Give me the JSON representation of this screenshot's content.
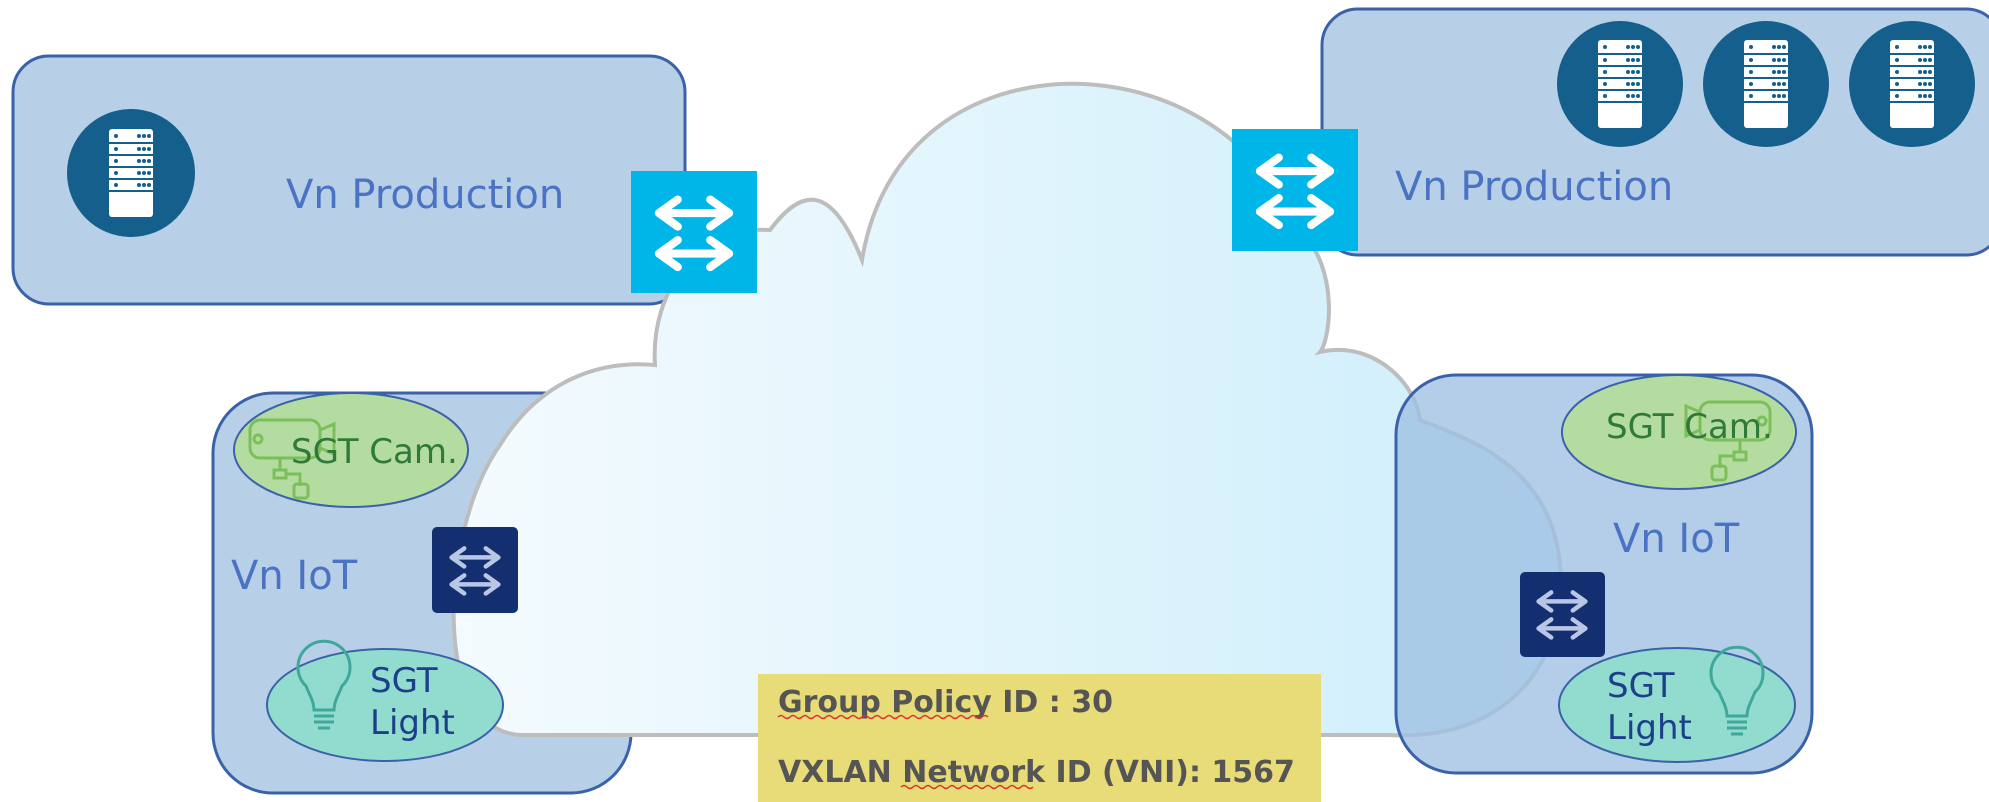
{
  "sites": {
    "top_left": {
      "label": "Vn Production"
    },
    "top_right": {
      "label": "Vn Production"
    },
    "bottom_left": {
      "label": "Vn IoT",
      "camera_label": "SGT Cam.",
      "light_label_line1": "SGT",
      "light_label_line2": "Light"
    },
    "bottom_right": {
      "label": "Vn IoT",
      "camera_label": "SGT Cam.",
      "light_label_line1": "SGT",
      "light_label_line2": "Light"
    }
  },
  "info_box": {
    "group_policy": "Group Policy ID : 30",
    "vxlan": "VXLAN Network ID (VNI): 1567"
  },
  "colors": {
    "site_fill": "#b8cfe8",
    "site_stroke": "#3a62a8",
    "server_circle": "#155f8c",
    "edge_switch": "#00b5e7",
    "iot_switch": "#142f6f",
    "camera_fill": "#b5dca0",
    "light_fill": "#92dccf",
    "info_box": "#e8dc78"
  },
  "icons": [
    "server-icon",
    "switch-icon",
    "camera-icon",
    "bulb-icon"
  ]
}
